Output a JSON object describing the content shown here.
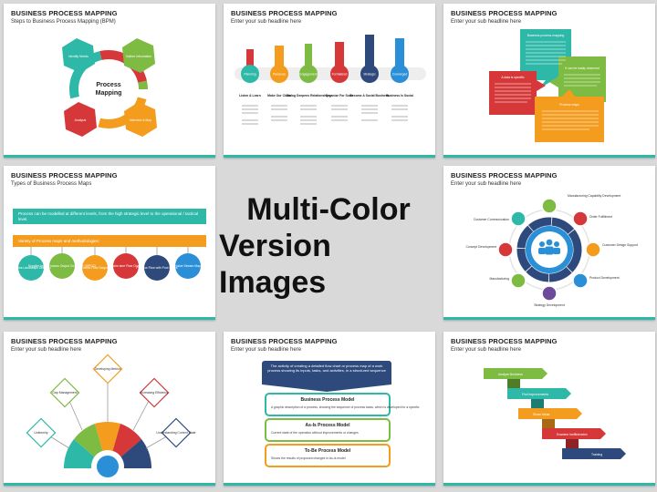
{
  "center": {
    "line1": "Multi-Color",
    "line2": "Version Images"
  },
  "colors": {
    "teal": "#2eb8a8",
    "green": "#7dbb42",
    "orange": "#f39c1e",
    "red": "#d6383a",
    "navy": "#2e4a7d",
    "blue": "#2a8fd6",
    "purple": "#6c4c9a"
  },
  "slides": [
    {
      "title": "BUSINESS PROCESS MAPPING",
      "subtitle": "Steps to Business Process Mapping (BPM)",
      "center": [
        "Process",
        "Mapping"
      ],
      "labels": [
        "Identify Needs",
        "Gather Information",
        "Interview & Map",
        "Analysis"
      ]
    },
    {
      "title": "BUSINESS PROCESS MAPPING",
      "subtitle": "Enter your sub headline here",
      "stages": [
        "Planning",
        "Presence",
        "Engagement",
        "Formalized",
        "Strategic",
        "Converged"
      ],
      "headings": [
        "Listen & Learn",
        "Make Our Claim",
        "Dialog Deepens Relationships",
        "Organize For Scale",
        "Become A Social Business",
        "Business Is Social"
      ]
    },
    {
      "title": "BUSINESS PROCESS MAPPING",
      "subtitle": "Enter your sub headline here",
      "boxes": [
        "Business process mapping",
        "A data is specific",
        "It can be easily observed",
        "Process maps"
      ]
    },
    {
      "title": "BUSINESS PROCESS MAPPING",
      "subtitle": "Types of Business Process Maps",
      "bar1": "Process can be modelled at different levels, from the high strategic level to the operational / tactical level.",
      "bar2": "Variety of Process maps and methodologies:",
      "circles": [
        "Process Landscape Diagram",
        "Supplier Input Process Output Customer (SIPOC)",
        "Process Flow Diagram",
        "Swim lane Flow Chart",
        "Process Flow with Pool Lanes",
        "Value Stream Map"
      ]
    },
    {
      "title": "BUSINESS PROCESS MAPPING",
      "subtitle": "Enter your sub headline here",
      "labels": [
        "Manufacturing Capability Development",
        "Order Fulfillment",
        "Customer Design Support",
        "Product Development",
        "Strategy Development",
        "Manufacturing",
        "Concept Development",
        "Customer Communication"
      ]
    },
    {
      "title": "BUSINESS PROCESS MAPPING",
      "subtitle": "Enter your sub headline here",
      "labels": [
        "Gap Management",
        "Developing Metrics",
        "Increasing Efficiency",
        "Uniformity",
        "Understanding Current State"
      ]
    },
    {
      "title": "BUSINESS PROCESS MAPPING",
      "subtitle": "Enter your sub headline here",
      "intro": "The activity of creating a detailed flow chart or process map of a work process showing its inputs, tasks, and activities, in a structured sequence",
      "models": [
        {
          "title": "Business Process Model",
          "text": "A graphic description of a process, showing the sequence of process tasks, which is developed for a specific"
        },
        {
          "title": "As-Is Process Model",
          "text": "Current state of the operation without improvements or changes"
        },
        {
          "title": "To-Be Process Model",
          "text": "Shows the results of proposed changes in As-Is model"
        }
      ]
    },
    {
      "title": "BUSINESS PROCESS MAPPING",
      "subtitle": "Enter your sub headline here",
      "steps": [
        "Analyze Business",
        "Find Improvements",
        "Share Ideas",
        "Examine Inefficiencies",
        "Training"
      ]
    }
  ]
}
